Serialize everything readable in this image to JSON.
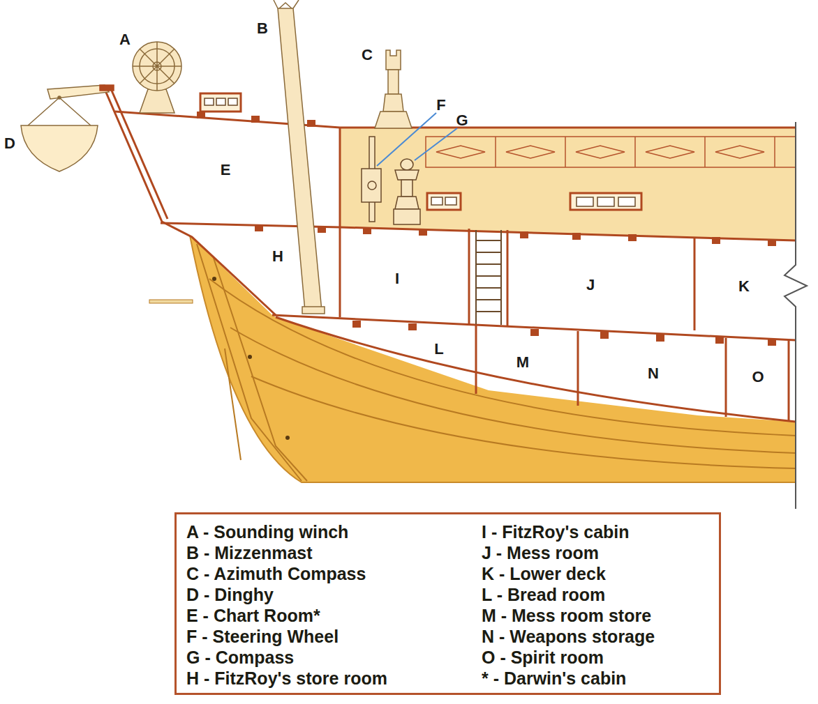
{
  "diagram": {
    "nodes": [
      {
        "text": [
          "A - Sounding winch",
          "B - Mizzenmast",
          "C - Azimuth Compass",
          "D - Dinghy",
          "E - Chart Room*",
          "F - Steering Wheel",
          "G - Compass",
          "H - FitzRoy's store room",
          "I - FitzRoy's cabin",
          "J - Mess room",
          "K - Lower deck",
          "L - Bread room",
          "M - Mess room store",
          "N - Weapons storage",
          "O - Spirit room",
          "* - Darwin's cabin"
        ]
      }
    ],
    "labels": [
      "A",
      "B",
      "C",
      "D",
      "E",
      "F",
      "G",
      "H",
      "I",
      "J",
      "K",
      "L",
      "M",
      "N",
      "O"
    ]
  }
}
